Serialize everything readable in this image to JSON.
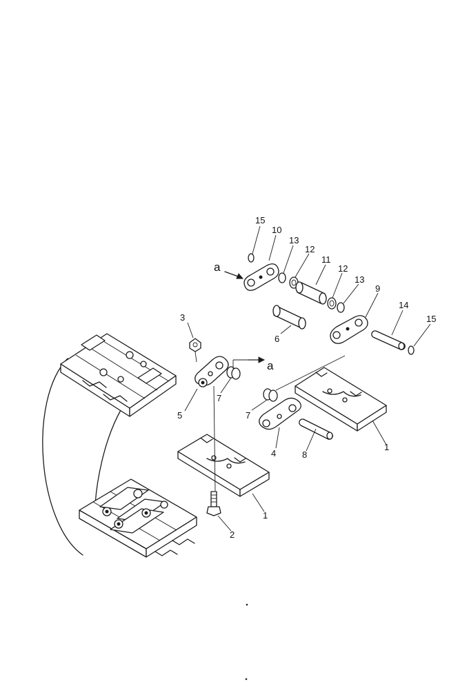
{
  "callouts": {
    "c1a": "1",
    "c1b": "1",
    "c2": "2",
    "c3": "3",
    "c4": "4",
    "c5": "5",
    "c6": "6",
    "c7a": "7",
    "c7b": "7",
    "c8": "8",
    "c9": "9",
    "c10": "10",
    "c11": "11",
    "c12a": "12",
    "c12b": "12",
    "c13a": "13",
    "c13b": "13",
    "c14": "14",
    "c15a": "15",
    "c15b": "15"
  },
  "refs": {
    "a_top": "a",
    "a_mid": "a"
  }
}
